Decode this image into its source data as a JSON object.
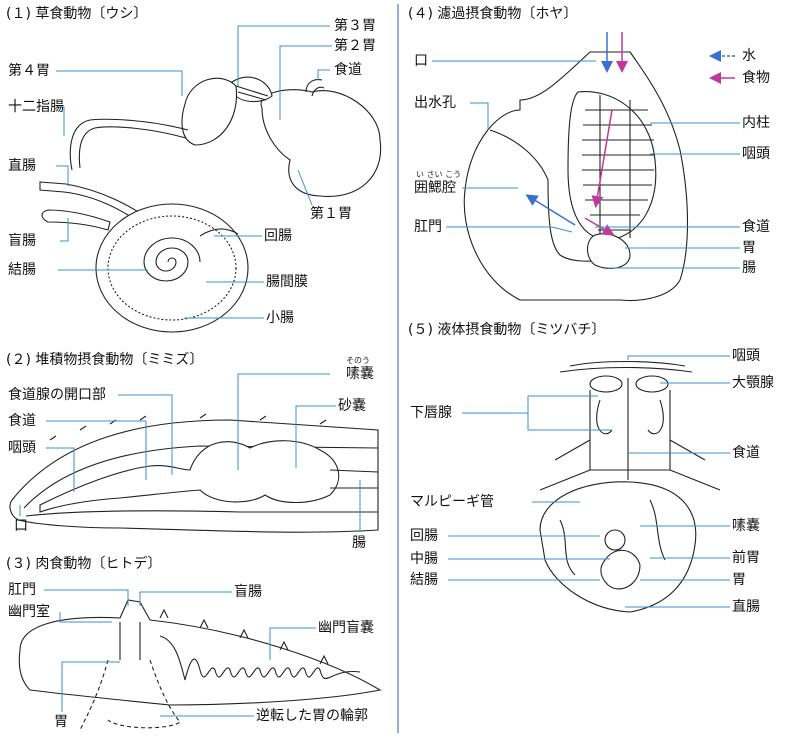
{
  "panels": {
    "p1": {
      "title": "(１) 草食動物〔ウシ〕",
      "labels": {
        "stomach3": "第３胃",
        "stomach2": "第２胃",
        "esophagus": "食道",
        "stomach4": "第４胃",
        "duodenum": "十二指腸",
        "rectum": "直腸",
        "stomach1": "第１胃",
        "cecum": "盲腸",
        "ileum": "回腸",
        "colon": "結腸",
        "mesentery": "腸間膜",
        "small_intestine": "小腸"
      }
    },
    "p2": {
      "title": "(２) 堆積物摂食動物〔ミミズ〕",
      "labels": {
        "crop_ruby": "そのう",
        "crop": "嗉嚢",
        "esoph_gland": "食道腺の開口部",
        "gizzard": "砂嚢",
        "esophagus": "食道",
        "pharynx": "咽頭",
        "mouth": "口",
        "intestine": "腸"
      }
    },
    "p3": {
      "title": "(３) 肉食動物〔ヒトデ〕",
      "labels": {
        "anus": "肛門",
        "cecum": "盲腸",
        "pyloric_chamber": "幽門室",
        "pyloric_cecum": "幽門盲嚢",
        "stomach": "胃",
        "everted": "逆転した胃の輪郭"
      }
    },
    "p4": {
      "title": "(４) 濾過摂食動物〔ホヤ〕",
      "labels": {
        "mouth": "口",
        "legend_water": "水",
        "legend_food": "食物",
        "siphon": "出水孔",
        "endostyle": "内柱",
        "pharynx": "咽頭",
        "atrium_ruby": "い さい こう",
        "atrium": "囲鰓腔",
        "anus": "肛門",
        "esophagus": "食道",
        "stomach": "胃",
        "intestine": "腸"
      }
    },
    "p5": {
      "title": "(５) 液体摂食動物〔ミツバチ〕",
      "labels": {
        "pharynx": "咽頭",
        "mandibular_gland": "大顎腺",
        "hypopharyngeal_gland": "下唇腺",
        "esophagus": "食道",
        "malpighian": "マルピーギ管",
        "crop": "嗉嚢",
        "ileum": "回腸",
        "midgut": "中腸",
        "proventriculus": "前胃",
        "colon": "結腸",
        "stomach": "胃",
        "rectum": "直腸"
      }
    }
  },
  "colors": {
    "leader": "#3b8fd0",
    "water_arrow": "#3a6fd0",
    "food_arrow": "#c0389a",
    "divider": "#4a7fc0"
  }
}
